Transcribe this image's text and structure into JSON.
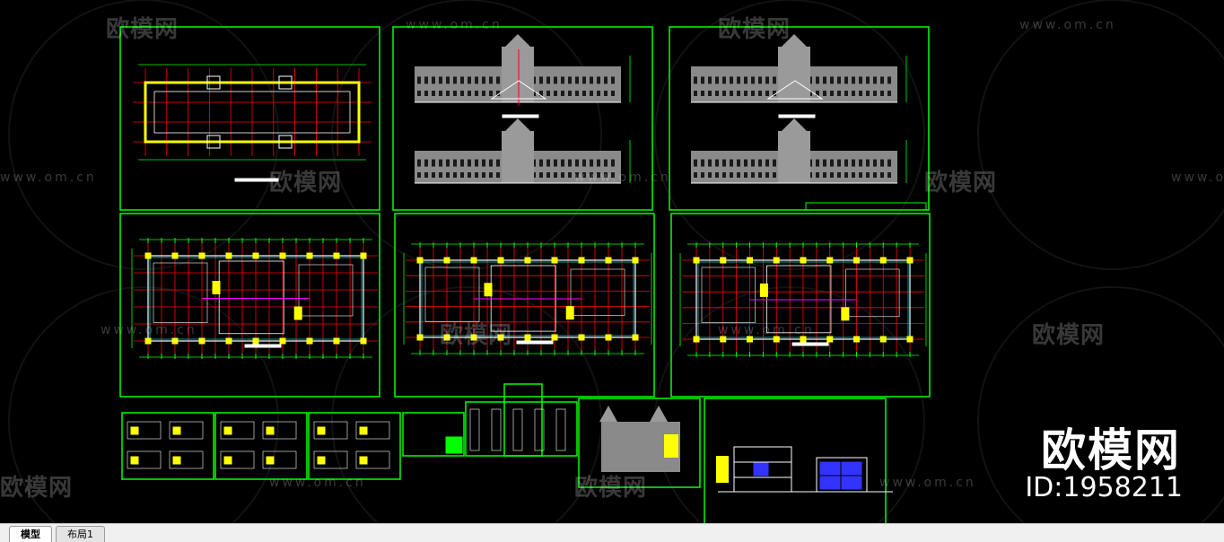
{
  "watermarks": {
    "brand_cn": "欧模网",
    "url": "www.om.cn",
    "id_label": "ID:1958211"
  },
  "tabs": [
    {
      "label": "模型",
      "active": true
    },
    {
      "label": "布局1",
      "active": false
    }
  ],
  "colors": {
    "background": "#000000",
    "frame": "#00ff00",
    "grid": "#ff0000",
    "wall": "#ffff00",
    "line": "#ffffff",
    "accent_magenta": "#ff00ff",
    "accent_cyan": "#00ffff",
    "accent_blue": "#3333ff"
  }
}
